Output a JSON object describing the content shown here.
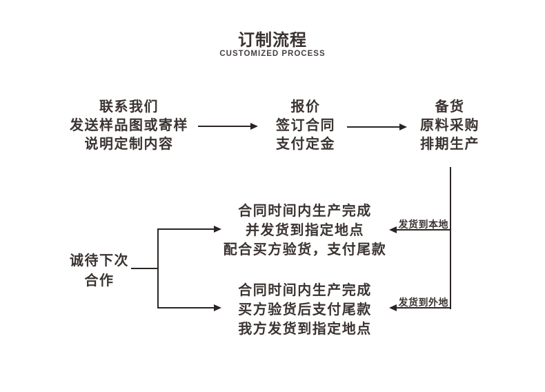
{
  "page": {
    "title": "订制流程",
    "subtitle": "CUSTOMIZED PROCESS"
  },
  "flow": {
    "steps": [
      {
        "name": "contact",
        "lines": [
          "联系我们",
          "发送样品图或寄样",
          "说明定制内容"
        ]
      },
      {
        "name": "quote",
        "lines": [
          "报价",
          "签订合同",
          "支付定金"
        ]
      },
      {
        "name": "stock-up",
        "lines": [
          "备货",
          "原料采购",
          "排期生产"
        ]
      }
    ],
    "branches": [
      {
        "label": "发货到本地",
        "lines": [
          "合同时间内生产完成",
          "并发货到指定地点",
          "配合买方验货，支付尾款"
        ]
      },
      {
        "label": "发货到外地",
        "lines": [
          "合同时间内生产完成",
          "买方验货后支付尾款",
          "我方发货到指定地点"
        ]
      }
    ],
    "closing": {
      "lines": [
        "诚待下次",
        "合作"
      ]
    }
  },
  "colors": {
    "background": "#ffffff",
    "text": "#3a3331",
    "line": "#2a2422"
  }
}
